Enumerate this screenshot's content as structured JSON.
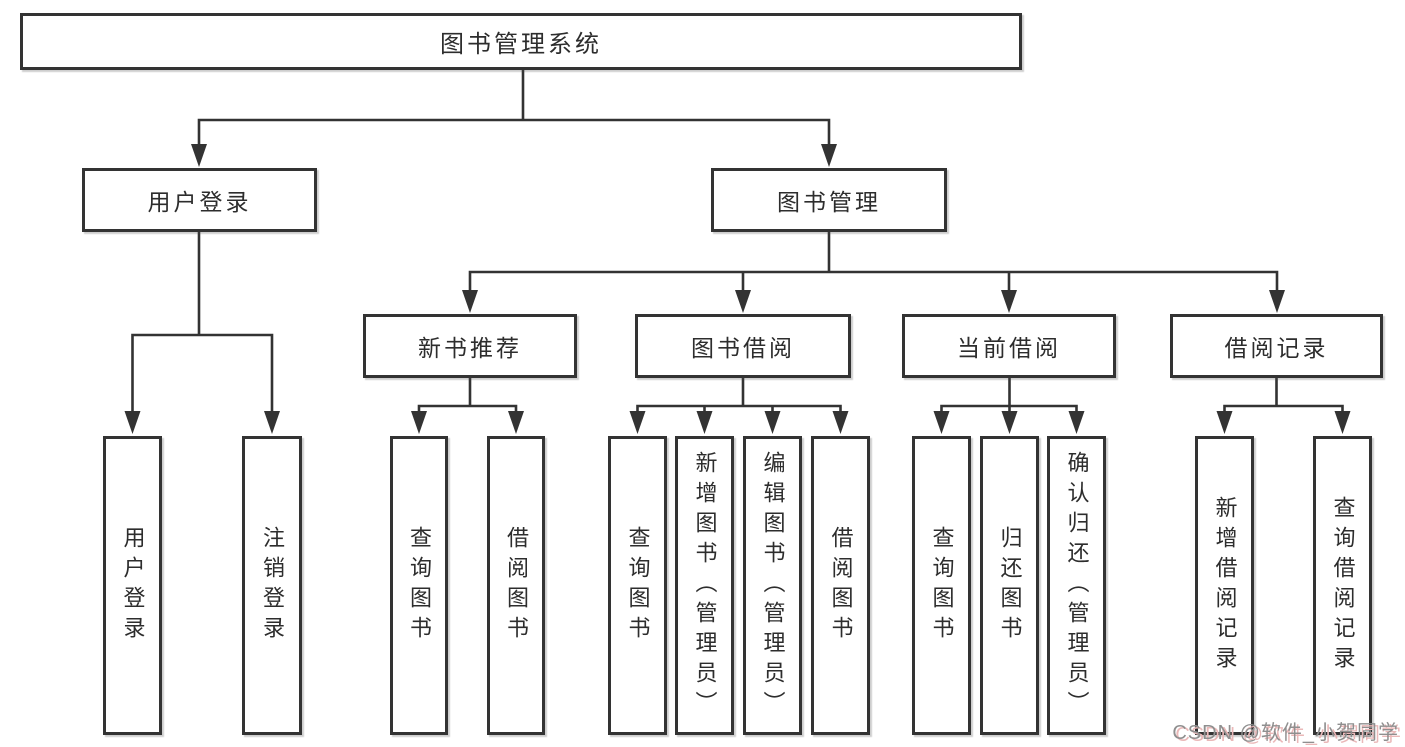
{
  "colors": {
    "line": "#333333",
    "text": "#2d2d2d",
    "node-bg": "#ffffff",
    "watermark": "#8f8f8f",
    "watermark-shadow": "#eab8b8"
  },
  "tree": {
    "root": {
      "label": "图书管理系统",
      "children": [
        {
          "label": "用户登录",
          "children": [
            {
              "label": "用户登录"
            },
            {
              "label": "注销登录"
            }
          ]
        },
        {
          "label": "图书管理",
          "children": [
            {
              "label": "新书推荐",
              "children": [
                {
                  "label": "查询图书"
                },
                {
                  "label": "借阅图书"
                }
              ]
            },
            {
              "label": "图书借阅",
              "children": [
                {
                  "label": "查询图书"
                },
                {
                  "label": "新增图书（管理员）"
                },
                {
                  "label": "编辑图书（管理员）"
                },
                {
                  "label": "借阅图书"
                }
              ]
            },
            {
              "label": "当前借阅",
              "children": [
                {
                  "label": "查询图书"
                },
                {
                  "label": "归还图书"
                },
                {
                  "label": "确认归还（管理员）"
                }
              ]
            },
            {
              "label": "借阅记录",
              "children": [
                {
                  "label": "新增借阅记录"
                },
                {
                  "label": "查询借阅记录"
                }
              ]
            }
          ]
        }
      ]
    }
  },
  "watermark": {
    "text": "CSDN @软件_小贺同学"
  }
}
